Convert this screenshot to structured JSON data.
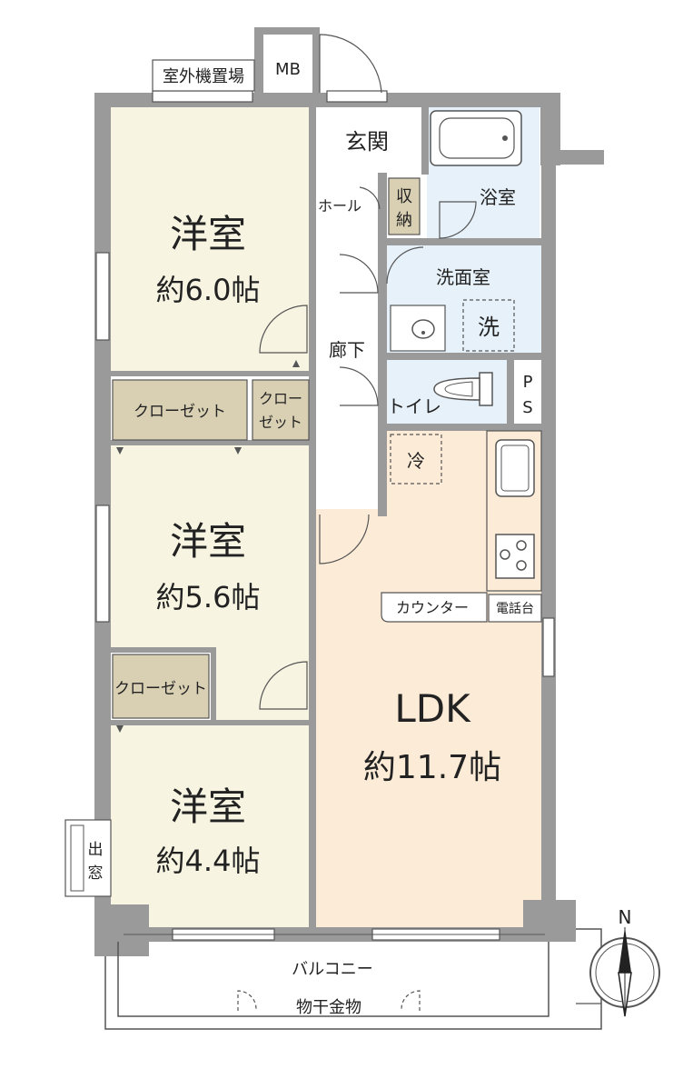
{
  "rooms": {
    "room1": {
      "name": "洋室",
      "size": "約6.0帖"
    },
    "room2": {
      "name": "洋室",
      "size": "約5.6帖"
    },
    "room3": {
      "name": "洋室",
      "size": "約4.4帖"
    },
    "ldk": {
      "name": "LDK",
      "size": "約11.7帖"
    }
  },
  "labels": {
    "outdoor_unit": "室外機置場",
    "mb": "MB",
    "entrance": "玄関",
    "bath": "浴室",
    "hall": "ホール",
    "storage_line1": "収",
    "storage_line2": "納",
    "washroom": "洗面室",
    "washer": "洗",
    "corridor": "廊下",
    "toilet": "トイレ",
    "ps_line1": "P",
    "ps_line2": "S",
    "closet1": "クローゼット",
    "closet2_line1": "クロー",
    "closet2_line2": "ゼット",
    "closet3": "クローゼット",
    "fridge": "冷",
    "counter": "カウンター",
    "phone_stand": "電話台",
    "bay_window_line1": "出",
    "bay_window_line2": "窓",
    "balcony": "バルコニー",
    "clothes_hanger": "物干金物",
    "north": "N"
  },
  "colors": {
    "western_room": "#f7f4e1",
    "ldk": "#fcebd6",
    "wet_area": "#e6f1fa",
    "closet": "#d9d0b4",
    "wall": "#9a9a9a"
  },
  "icons": [
    "bathtub-icon",
    "sink-icon",
    "toilet-icon",
    "kitchen-sink-icon",
    "stove-icon",
    "compass-icon"
  ]
}
